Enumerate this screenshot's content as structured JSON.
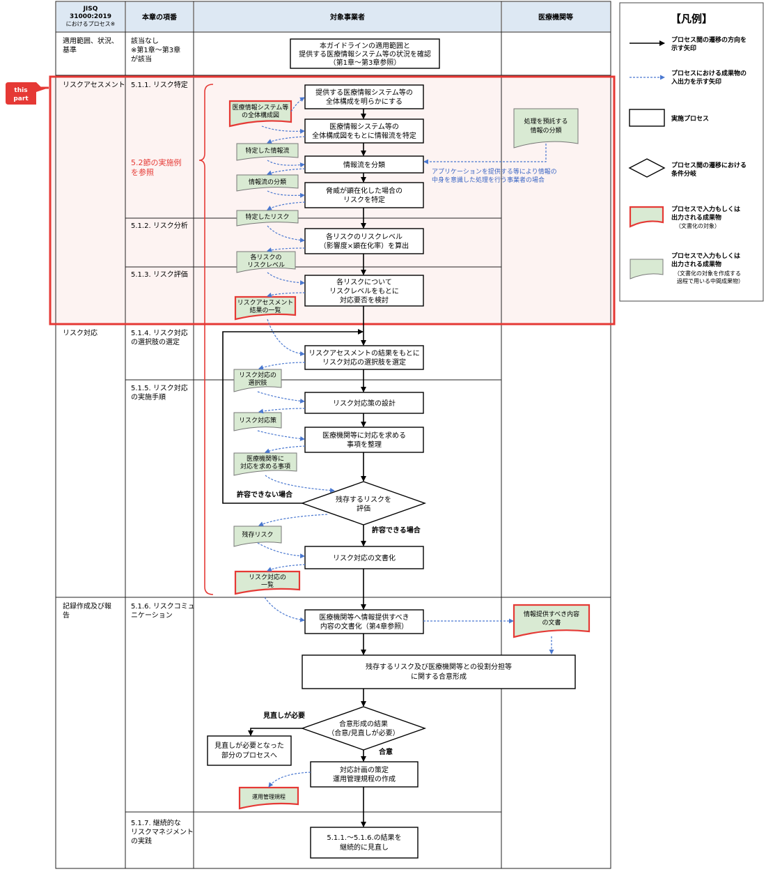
{
  "header": {
    "col1_line1": "JISQ",
    "col1_line2": "31000:2019",
    "col1_line3": "におけるプロセス※",
    "col2": "本章の項番",
    "col3": "対象事業者",
    "col4": "医療機関等"
  },
  "rows": {
    "scope": "適用範囲、状況、",
    "scope2": "基準",
    "assess": "リスクアセスメント",
    "treat": "リスク対応",
    "record": "記録作成及び報",
    "record2": "告"
  },
  "items": {
    "na1": "該当なし",
    "na2": "※第1章～第3章",
    "na3": "が該当",
    "s511": "5.1.1. リスク特定",
    "s512": "5.1.2. リスク分析",
    "s513": "5.1.3. リスク評価",
    "s514a": "5.1.4. リスク対応",
    "s514b": "の選択肢の選定",
    "s515a": "5.1.5. リスク対応",
    "s515b": "の実施手順",
    "s516a": "5.1.6. リスクコミュ",
    "s516b": "ニケーション",
    "s517a": "5.1.7. 継続的な",
    "s517b": "リスクマネジメント",
    "s517c": "の実践",
    "ref52a": "5.2節の実施例",
    "ref52b": "を参照"
  },
  "callout": {
    "line1": "this",
    "line2": "part"
  },
  "process": {
    "p0a": "本ガイドラインの適用範囲と",
    "p0b": "提供する医療情報システム等の状況を確認",
    "p0c": "（第1章～第3章参照）",
    "p1a": "提供する医療情報システム等の",
    "p1b": "全体構成を明らかにする",
    "p2a": "医療情報システム等の",
    "p2b": "全体構成図をもとに情報流を特定",
    "p3": "情報流を分類",
    "p4a": "脅威が顕在化した場合の",
    "p4b": "リスクを特定",
    "p5a": "各リスクのリスクレベル",
    "p5b": "（影響度×顕在化率）を算出",
    "p6a": "各リスクについて",
    "p6b": "リスクレベルをもとに",
    "p6c": "対応要否を検討",
    "p7a": "リスクアセスメントの結果をもとに",
    "p7b": "リスク対応の選択肢を選定",
    "p8": "リスク対応策の設計",
    "p9a": "医療機関等に対応を求める",
    "p9b": "事項を整理",
    "d1a": "残存するリスクを",
    "d1b": "評価",
    "p10": "リスク対応の文書化",
    "p11a": "医療機関等へ情報提供すべき",
    "p11b": "内容の文書化（第4章参照）",
    "p12a": "残存するリスク及び医療機関等との役割分担等",
    "p12b": "に関する合意形成",
    "d2a": "合意形成の結果",
    "d2b": "（合意/見直しが必要）",
    "p13a": "見直しが必要となった",
    "p13b": "部分のプロセスへ",
    "p14a": "対応計画の策定",
    "p14b": "運用管理規程の作成",
    "p15a": "5.1.1.～5.1.6.の結果を",
    "p15b": "継続的に見直し"
  },
  "docs": {
    "d_sys1": "医療情報システム等",
    "d_sys2": "の全体構成図",
    "d_flow": "特定した情報流",
    "d_cls": "情報流の分類",
    "d_risk": "特定したリスク",
    "d_lvl1": "各リスクの",
    "d_lvl2": "リスクレベル",
    "d_list1": "リスクアセスメント",
    "d_list2": "結果の一覧",
    "d_opt1": "リスク対応の",
    "d_opt2": "選択肢",
    "d_meas": "リスク対応策",
    "d_req1": "医療機関等に",
    "d_req2": "対応を求める事項",
    "d_resid": "残存リスク",
    "d_rl1": "リスク対応の",
    "d_rl2": "一覧",
    "d_info1": "情報提供すべき内容",
    "d_info2": "の文書",
    "d_rule": "運用管理規程",
    "d_pre1": "処理を預託する",
    "d_pre2": "情報の分類"
  },
  "labels": {
    "app1": "アプリケーションを提供する等により情報の",
    "app2": "中身を意識した処理を行う事業者の場合",
    "notok": "許容できない場合",
    "ok": "許容できる場合",
    "review": "見直しが必要",
    "agree": "合意"
  },
  "legend": {
    "title": "【凡例】",
    "a1": "プロセス間の遷移の方向を",
    "a2": "示す矢印",
    "b1": "プロセスにおける成果物の",
    "b2": "入出力を示す矢印",
    "c1": "実施プロセス",
    "d1": "プロセス間の遷移における",
    "d2": "条件分岐",
    "e1": "プロセスで入力もしくは",
    "e2": "出力される成果物",
    "e3": "（文書化の対象）",
    "f1": "プロセスで入力もしくは",
    "f2": "出力される成果物",
    "f3": "（文書化の対象を作成する",
    "f4": "過程で用いる中間成果物）"
  },
  "colors": {
    "highlight": "#e53935",
    "dashed": "#4a78d0",
    "doc_fill": "#d9ead3",
    "ref_text": "#e53935"
  }
}
